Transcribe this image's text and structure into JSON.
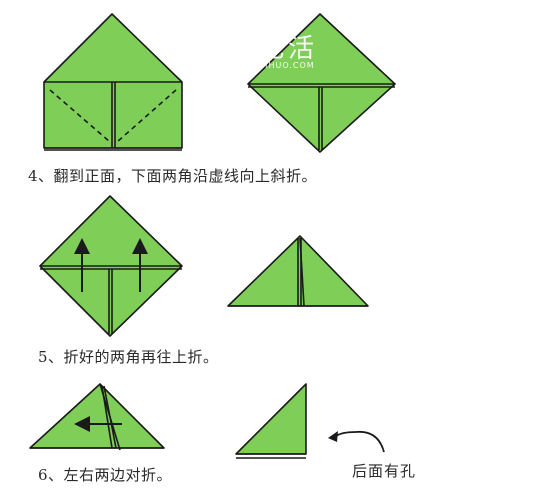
{
  "watermark": {
    "title": "手艺活",
    "domain": "SHOUYIHUO.COM"
  },
  "steps": [
    {
      "number": "4、",
      "text": "翻到正面，下面两角沿虚线向上斜折。"
    },
    {
      "number": "5、",
      "text": "折好的两角再往上折。"
    },
    {
      "number": "6、",
      "text": "左右两边对折。"
    }
  ],
  "note": "后面有孔",
  "colors": {
    "paper_green": "#7fce58",
    "outline": "#1a1a1a",
    "watermark": "#ffffff"
  },
  "icons": [
    "arrow-up-icon",
    "arrow-left-icon",
    "curved-arrow-icon"
  ]
}
